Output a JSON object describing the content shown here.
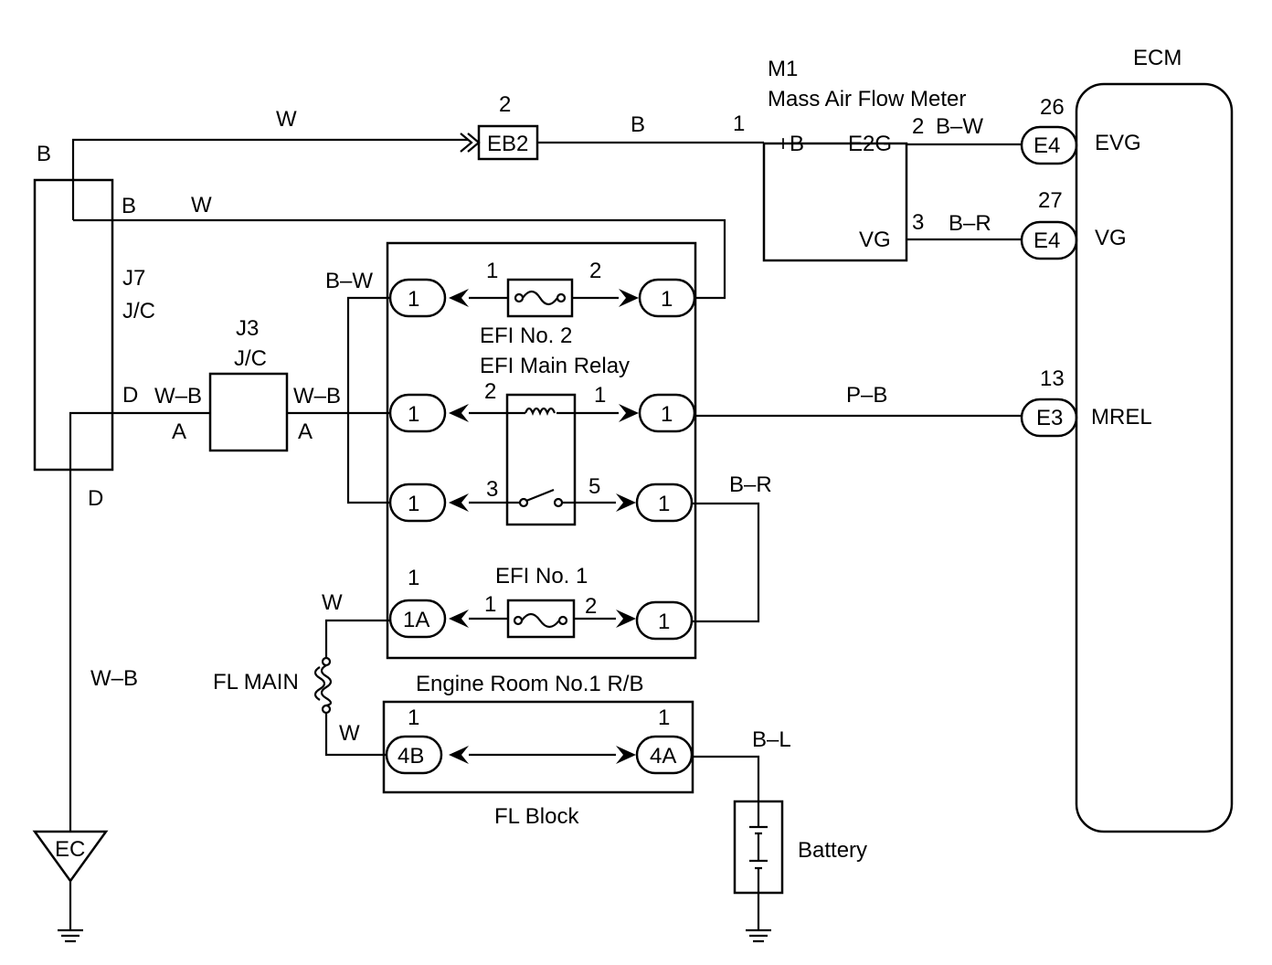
{
  "ecm": {
    "title": "ECM",
    "pin26": "26",
    "pin27": "27",
    "pin13": "13",
    "evg": "EVG",
    "vg": "VG",
    "mrel": "MREL",
    "e4a": "E4",
    "e4b": "E4",
    "e3": "E3"
  },
  "maf": {
    "id": "M1",
    "name": "Mass Air Flow Meter",
    "plusb": "+B",
    "e2g": "E2G",
    "vg": "VG",
    "pin1": "1",
    "pin2": "2",
    "pin3": "3"
  },
  "eb2": {
    "pin": "2",
    "label": "EB2"
  },
  "j7": {
    "line1": "J7",
    "line2": "J/C",
    "b_top": "B",
    "b_right": "B",
    "d_right": "D",
    "d_bottom": "D"
  },
  "j3": {
    "line1": "J3",
    "line2": "J/C",
    "a_left": "A",
    "a_right": "A"
  },
  "rb1": {
    "relay_title": "EFI Main Relay",
    "efi2": "EFI No. 2",
    "efi1": "EFI No. 1",
    "engine_room": "Engine Room No.1 R/B",
    "conn": [
      "1",
      "1",
      "1",
      "1",
      "1",
      "1",
      "1A",
      "1"
    ],
    "pins": {
      "efi2_left": "1",
      "efi2_right": "2",
      "coil_left": "2",
      "coil_right": "1",
      "sw_left": "3",
      "sw_right": "5",
      "efi1_left": "1",
      "efi1_right": "2",
      "top_1a": "1"
    }
  },
  "fl_block": {
    "label": "FL Block",
    "left": "4B",
    "right": "4A",
    "pin_left": "1",
    "pin_right": "1"
  },
  "fl_main": "FL MAIN",
  "battery": "Battery",
  "ground": "EC",
  "wires": {
    "w_top": "W",
    "b_top": "B",
    "w_j7": "W",
    "bw_left": "B–W",
    "wb_left": "W–B",
    "wb_right": "W–B",
    "pb": "P–B",
    "bw_ecm": "B–W",
    "br_ecm": "B–R",
    "br_relay": "B–R",
    "w_flmain_top": "W",
    "w_flmain_bottom": "W",
    "wb_ground": "W–B",
    "bl": "B–L"
  }
}
